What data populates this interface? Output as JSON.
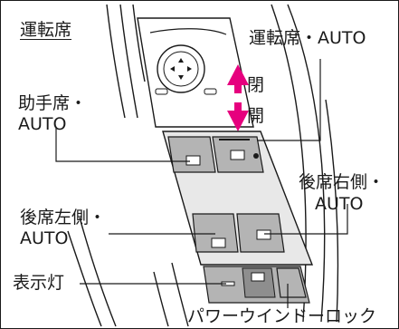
{
  "header": {
    "title": "運転席"
  },
  "labels": {
    "driver_auto": "運転席・AUTO",
    "close": "閉",
    "open": "開",
    "passenger_line1": "助手席・",
    "passenger_line2": "AUTO",
    "rear_right_line1": "後席右側・",
    "rear_right_line2": "AUTO",
    "rear_left_line1": "後席左側・",
    "rear_left_line2": "AUTO",
    "indicator": "表示灯",
    "window_lock": "パワーウインドーロック"
  },
  "colors": {
    "switch_fill": "#b4b4b4",
    "switch_dark": "#8e8e8e",
    "panel_fill": "#e8e8e8",
    "arrow_pink": "#e6007e",
    "line": "#1a1a1a"
  }
}
